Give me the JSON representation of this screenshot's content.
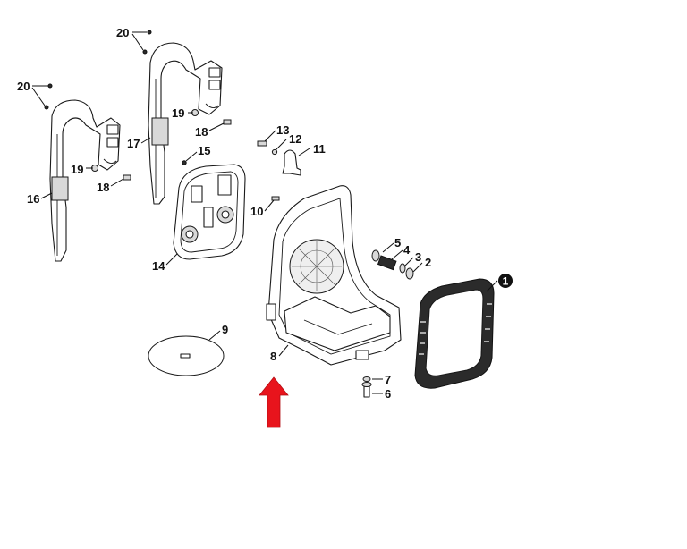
{
  "callouts": {
    "c20a": "20",
    "c20b": "20",
    "c19a": "19",
    "c19b": "19",
    "c18a": "18",
    "c18b": "18",
    "c17": "17",
    "c16": "16",
    "c15": "15",
    "c14": "14",
    "c13": "13",
    "c12": "12",
    "c11": "11",
    "c10": "10",
    "c9": "9",
    "c8": "8",
    "c7": "7",
    "c6": "6",
    "c5": "5",
    "c4": "4",
    "c3": "3",
    "c2": "2",
    "c1": "1"
  },
  "colors": {
    "highlight_arrow": "#e8141c",
    "line_art": "#1a1a1a",
    "background": "#ffffff"
  }
}
